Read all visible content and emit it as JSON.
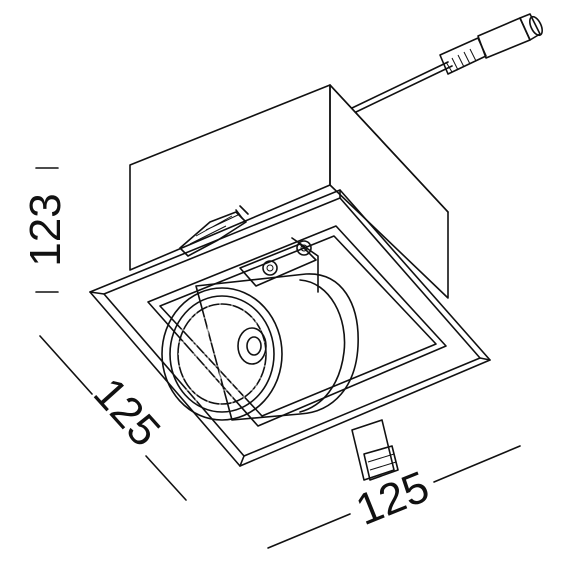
{
  "dimensions": {
    "height": "123",
    "depth": "125",
    "width": "125"
  },
  "colors": {
    "line": "#111111",
    "housing_fill": "#ffffff",
    "lens_dark": "#2a2a2a",
    "background": "#ffffff"
  }
}
